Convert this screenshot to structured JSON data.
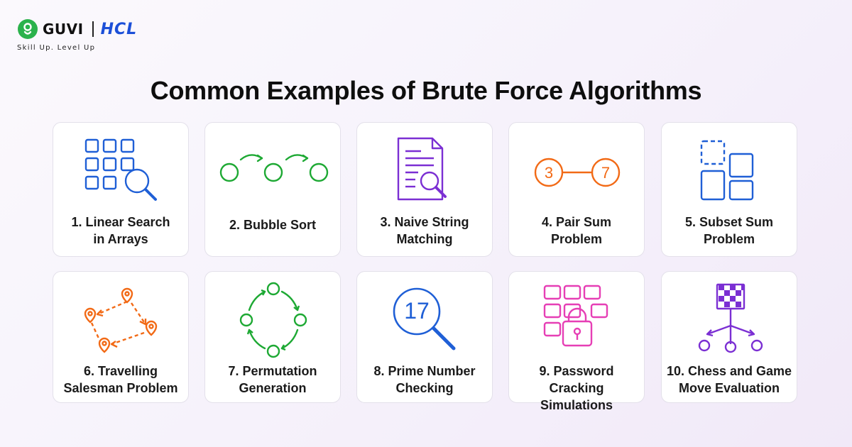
{
  "brand": {
    "name": "GUVI",
    "partner": "HCL",
    "tagline": "Skill Up. Level Up"
  },
  "title": "Common Examples of Brute Force Algorithms",
  "colors": {
    "blue": "#1f5fd6",
    "green": "#1ea934",
    "purple": "#7b2fd3",
    "orange": "#f26a16",
    "pink": "#e63fb5",
    "guvi_green": "#2bb24c",
    "hcl_blue": "#1b4fd8"
  },
  "cards": [
    {
      "label_line1": "1. Linear Search",
      "label_line2": "in Arrays",
      "icon": "grid-search-icon"
    },
    {
      "label_line1": "2. Bubble Sort",
      "label_line2": "",
      "icon": "bubble-sort-icon"
    },
    {
      "label_line1": "3. Naive String",
      "label_line2": "Matching",
      "icon": "document-search-icon"
    },
    {
      "label_line1": "4. Pair Sum",
      "label_line2": "Problem",
      "icon": "pair-sum-icon",
      "icon_text_a": "3",
      "icon_text_b": "7"
    },
    {
      "label_line1": "5. Subset Sum",
      "label_line2": "Problem",
      "icon": "subset-squares-icon"
    },
    {
      "label_line1": "6. Travelling",
      "label_line2": "Salesman Problem",
      "icon": "route-pins-icon"
    },
    {
      "label_line1": "7. Permutation",
      "label_line2": "Generation",
      "icon": "cycle-nodes-icon"
    },
    {
      "label_line1": "8. Prime Number",
      "label_line2": "Checking",
      "icon": "magnifier-number-icon",
      "icon_text": "17"
    },
    {
      "label_line1": "9. Password Cracking",
      "label_line2": "Simulations",
      "icon": "keypad-lock-icon"
    },
    {
      "label_line1": "10. Chess and Game",
      "label_line2": "Move Evaluation",
      "icon": "chess-tree-icon"
    }
  ]
}
